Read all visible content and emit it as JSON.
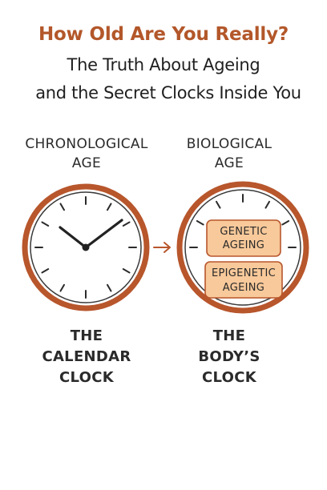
{
  "title": "How Old Are You Really?",
  "subtitle_line1": "The Truth About Ageing",
  "subtitle_line2": "and the Secret Clocks Inside You",
  "left_clock": {
    "top_label": [
      "CHRONOLOGICAL",
      "AGE"
    ],
    "bottom_label": [
      "THE",
      "CALENDAR",
      "CLOCK"
    ]
  },
  "right_clock": {
    "top_label": [
      "BIOLOGICAL",
      "AGE"
    ],
    "bottom_label": [
      "THE",
      "BODY’S",
      "CLOCK"
    ],
    "box1": [
      "GENETIC",
      "AGEING"
    ],
    "box2": [
      "EPIGENETIC",
      "AGEING"
    ]
  },
  "colors": {
    "title": "#b3572a",
    "accent": "#b8562c",
    "box_fill": "#f8c99a",
    "box_stroke": "#b8562c",
    "text": "#2a2a2a"
  },
  "icons": {
    "arrow": "right-arrow-icon"
  }
}
